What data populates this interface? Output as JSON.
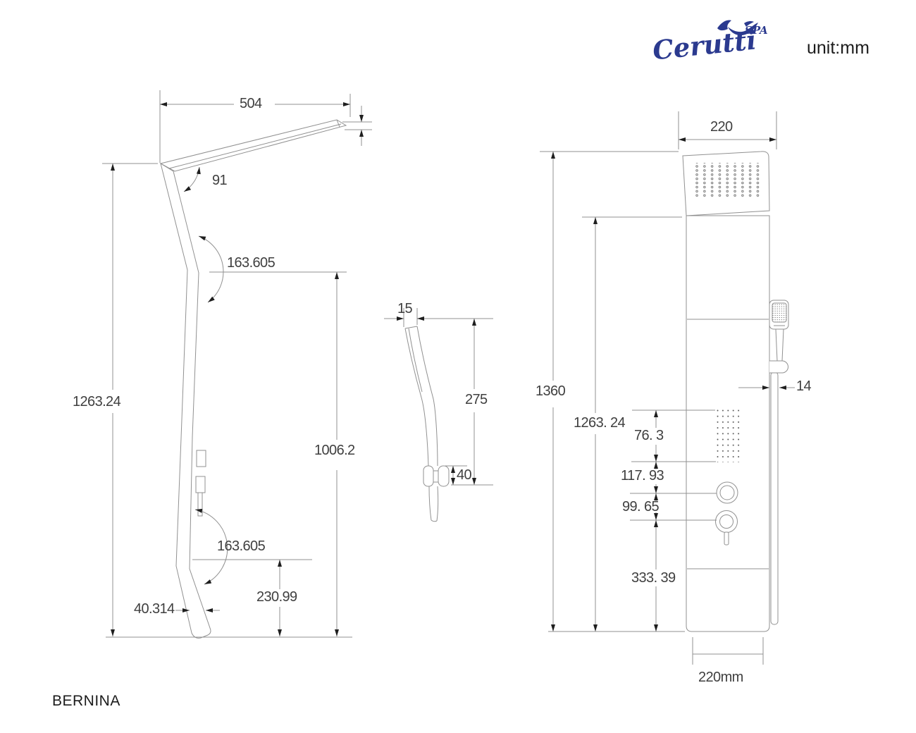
{
  "meta": {
    "unit_label": "unit:mm",
    "model_name": "BERNINA"
  },
  "brand": {
    "name": "Cerutti",
    "suffix": "SPA",
    "color": "#2b3a8f",
    "icon": "mermaid-logo-icon"
  },
  "side_view": {
    "head_width": "504",
    "head_angle": "91",
    "upper_bend_angle": "163.605",
    "total_height": "1263.24",
    "lower_section_height": "1006.2",
    "lower_bend_angle": "163.605",
    "foot_rise": "230.99",
    "foot_thickness": "40.314"
  },
  "hand_shower_view": {
    "head_depth": "15",
    "handle_length": "275",
    "bracket_height": "40"
  },
  "front_view": {
    "panel_width": "220",
    "overall_height": "1360",
    "panel_height": "1263. 24",
    "body_jet_field_height": "76. 3",
    "jet_to_diverter": "117. 93",
    "diverter_to_mixer": "99. 65",
    "mixer_to_base": "333. 39",
    "hose_width": "14",
    "base_width_label": "220mm"
  },
  "drawing": {
    "line_color": "#8f8f8f",
    "arrow_color": "#1f1f1f",
    "text_color": "#3f3f3f"
  }
}
